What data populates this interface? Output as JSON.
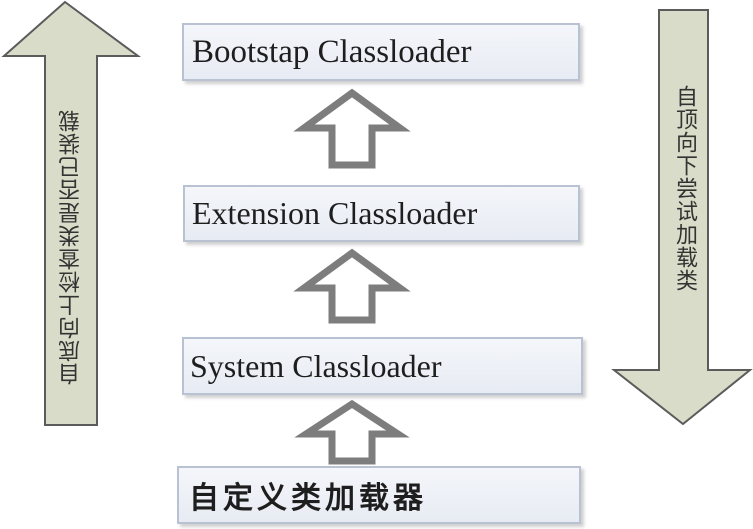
{
  "diagram": {
    "boxes": [
      {
        "id": "bootstrap",
        "label": "Bootstap Classloader"
      },
      {
        "id": "extension",
        "label": "Extension Classloader"
      },
      {
        "id": "system",
        "label": "System Classloader"
      },
      {
        "id": "custom",
        "label": "自定义类加载器"
      }
    ],
    "left_arrow_label": "自底向上检查类是否已装载",
    "right_arrow_label": "自顶向下尝试加载类"
  },
  "colors": {
    "side_arrow_fill": "#d9dcc8",
    "side_arrow_stroke": "#5b5b5b",
    "up_arrow_stroke": "#7d7d7d",
    "box_border": "#b9c2d3"
  },
  "icons": [
    "up-arrow-icon",
    "down-arrow-icon",
    "hollow-up-arrow-icon"
  ]
}
